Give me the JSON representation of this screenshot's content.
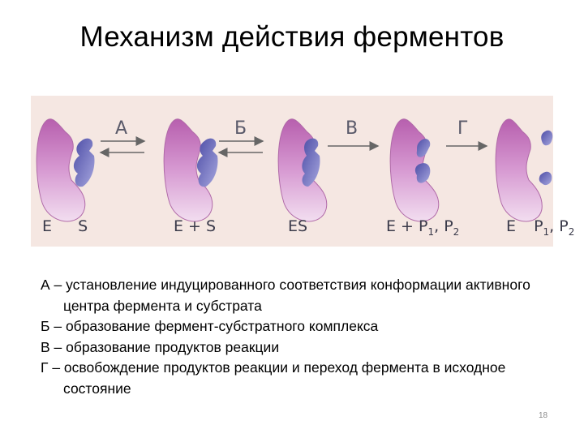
{
  "title": "Механизм действия ферментов",
  "diagram": {
    "arrow_labels": [
      "А",
      "Б",
      "В",
      "Г"
    ],
    "stage_labels": [
      {
        "main": "E",
        "extra": "S",
        "sub1": "",
        "sep": "",
        "sub2": ""
      },
      {
        "main": "E + S",
        "extra": "",
        "sub1": "",
        "sep": "",
        "sub2": ""
      },
      {
        "main": "ES",
        "extra": "",
        "sub1": "",
        "sep": "",
        "sub2": ""
      },
      {
        "main": "E + P",
        "extra": "",
        "sub1": "1",
        "sep": ", P",
        "sub2": "2"
      },
      {
        "main": "E",
        "extra": "P",
        "sub1": "1",
        "sep": ", P",
        "sub2": "2"
      }
    ],
    "colors": {
      "enzyme": "#c77ac0",
      "substrate": "#6f6fc1",
      "background": "#f5e7e2"
    }
  },
  "descriptions": [
    "А – установление индуцированного соответствия конформации активного центра фермента и субстрата",
    "Б – образование фермент-субстратного комплекса",
    "В – образование продуктов реакции",
    "Г – освобождение продуктов реакции и переход фермента в исходное состояние"
  ],
  "page_number": "18"
}
